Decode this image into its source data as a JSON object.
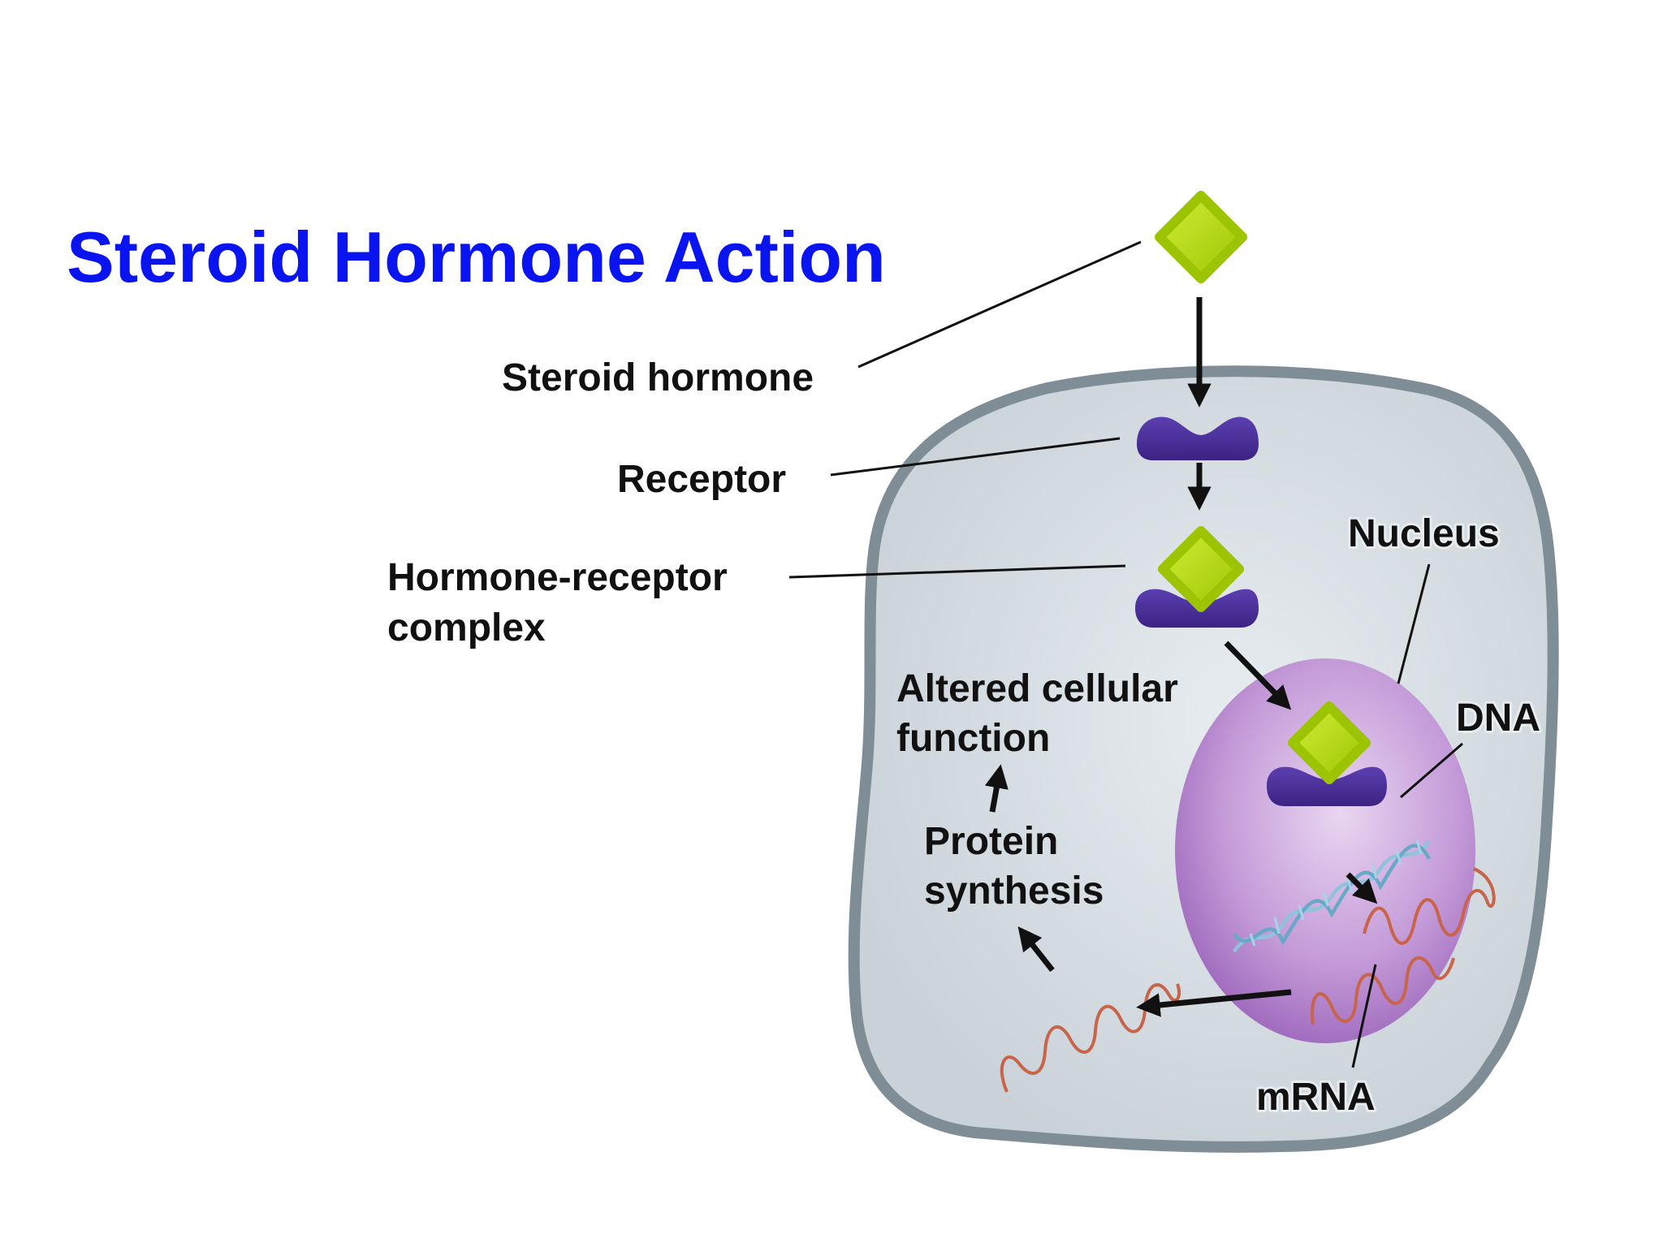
{
  "title": "Steroid Hormone Action",
  "labels": {
    "steroid_hormone": "Steroid hormone",
    "receptor": "Receptor",
    "hormone_receptor_complex_line1": "Hormone-receptor",
    "hormone_receptor_complex_line2": "complex",
    "nucleus": "Nucleus",
    "dna": "DNA",
    "altered_function_line1": "Altered cellular",
    "altered_function_line2": "function",
    "protein_synthesis_line1": "Protein",
    "protein_synthesis_line2": "synthesis",
    "mrna": "mRNA"
  },
  "colors": {
    "title": "#0a14f0",
    "hormone": "#b8dc10",
    "receptor": "#4a2f9a",
    "cell_fill": "#d6dde2",
    "cell_border": "#7f8d96",
    "nucleus": "#b98ad0",
    "dna": "#8fc3dc",
    "mrna": "#c8644a",
    "arrow": "#111111"
  }
}
